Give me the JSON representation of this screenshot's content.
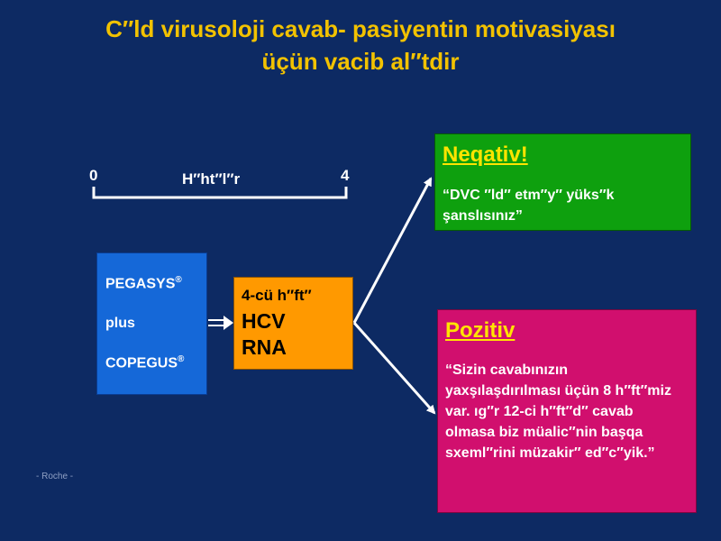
{
  "title": {
    "line1": "C″ld virusoloji cavab- pasiyentin motivasiyası",
    "line2": "üçün vacib al″tdir"
  },
  "timeline": {
    "start": "0",
    "end": "4",
    "label": "H″ht″l″r"
  },
  "treatment_box": {
    "line1": "PEGASYS",
    "line1_mark": "®",
    "line2": "plus",
    "line3": "COPEGUS",
    "line3_mark": "®"
  },
  "test_box": {
    "line1": "4-cü h″ft″",
    "line2": "HCV",
    "line3": "RNA"
  },
  "negative_box": {
    "heading": "Neqativ!",
    "text": "“DVC ″ld″ etm″y″  yüks″k şanslısınız”"
  },
  "positive_box": {
    "heading": "Pozitiv",
    "text": "“Sizin cavabınızın yaxşılaşdırılması üçün 8 h″ft″miz var. ıg″r 12-ci h″ft″d″ cavab olmasa biz müalic″nin başqa sxeml″rini müzakir″ ed″c″yik.”"
  },
  "footer": {
    "mark": "- Roche -"
  },
  "colors": {
    "background": "#0d2a63",
    "title": "#f2c200",
    "treatment_box": "#1568d8",
    "test_box": "#ff9900",
    "negative_box": "#0ea00e",
    "positive_box": "#d10f6e",
    "heading_text": "#ffe400"
  }
}
